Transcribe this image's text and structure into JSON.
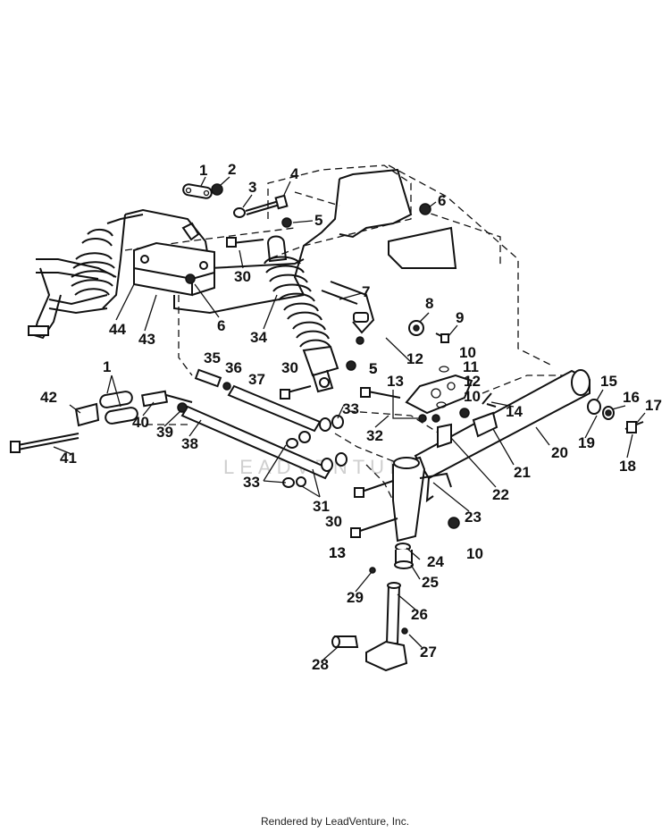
{
  "diagram": {
    "labels": [
      "1",
      "2",
      "3",
      "4",
      "5",
      "6",
      "5",
      "30",
      "6",
      "43",
      "44",
      "34",
      "7",
      "8",
      "9",
      "10",
      "11",
      "12",
      "12",
      "10",
      "13",
      "30",
      "5",
      "35",
      "36",
      "37",
      "1",
      "42",
      "40",
      "39",
      "38",
      "41",
      "33",
      "33",
      "31",
      "32",
      "13",
      "14",
      "15",
      "16",
      "17",
      "19",
      "18",
      "20",
      "21",
      "22",
      "23",
      "10",
      "24",
      "25",
      "13",
      "30",
      "29",
      "26",
      "27",
      "28"
    ],
    "watermark": "LEADVENTURE"
  },
  "footer": {
    "text": "Rendered by LeadVenture, Inc."
  }
}
